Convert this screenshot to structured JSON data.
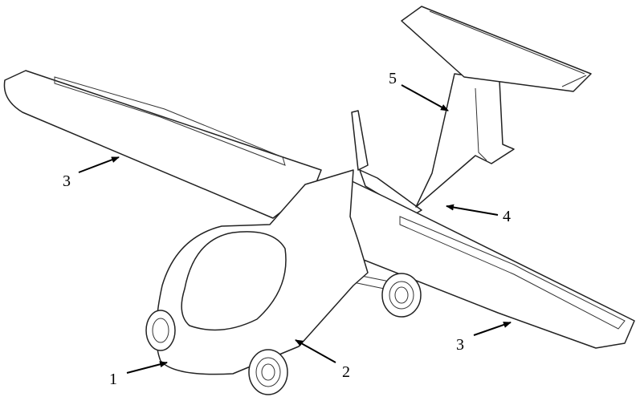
{
  "diagram": {
    "callouts": [
      {
        "id": "fuselage",
        "text": "1"
      },
      {
        "id": "landing-gear",
        "text": "2"
      },
      {
        "id": "left-wing",
        "text": "3"
      },
      {
        "id": "right-wing",
        "text": "3"
      },
      {
        "id": "tail-boom",
        "text": "4"
      },
      {
        "id": "tail",
        "text": "5"
      }
    ]
  }
}
